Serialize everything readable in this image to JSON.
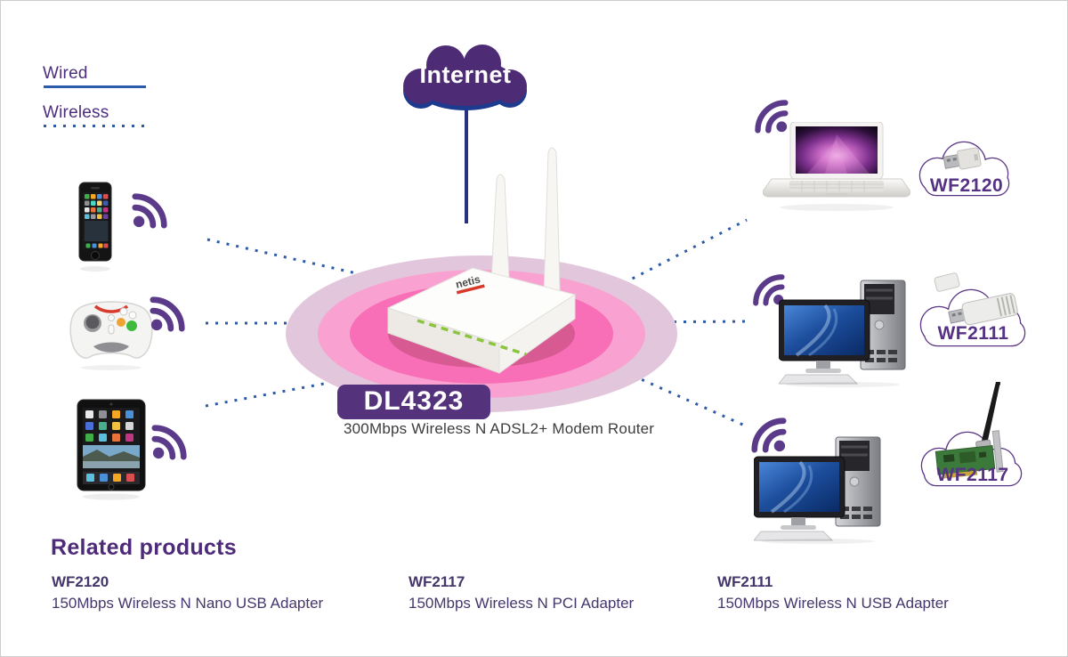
{
  "legend": {
    "wired_label": "Wired",
    "wireless_label": "Wireless"
  },
  "internet": {
    "label": "Internet"
  },
  "router": {
    "brand": "netis",
    "model": "DL4323",
    "description": "300Mbps Wireless N ADSL2+ Modem Router"
  },
  "client_devices": [
    "smartphone",
    "game-controller",
    "tablet",
    "laptop",
    "desktop-computer",
    "desktop-computer"
  ],
  "wireless_adapters": [
    {
      "label": "WF2120"
    },
    {
      "label": "WF2111"
    },
    {
      "label": "WF2117"
    }
  ],
  "related_products": {
    "heading": "Related products",
    "items": [
      {
        "name": "WF2120",
        "description": "150Mbps Wireless N Nano USB Adapter"
      },
      {
        "name": "WF2117",
        "description": "150Mbps Wireless N PCI Adapter"
      },
      {
        "name": "WF2111",
        "description": "150Mbps Wireless N USB Adapter"
      }
    ]
  },
  "colors": {
    "brand_purple": "#4e2c75",
    "text_purple": "#4c2e7c",
    "badge_purple": "#54337c",
    "wifi_purple": "#5b3a8a",
    "cloud_outline_purple": "#5a3584",
    "dotted_line_blue": "#2d5bac",
    "wired_line_navy": "#26317f",
    "coverage_pink_rings": [
      "#e2c6dc",
      "#f9a2d2",
      "#f86fb8",
      "#d75a92"
    ]
  }
}
